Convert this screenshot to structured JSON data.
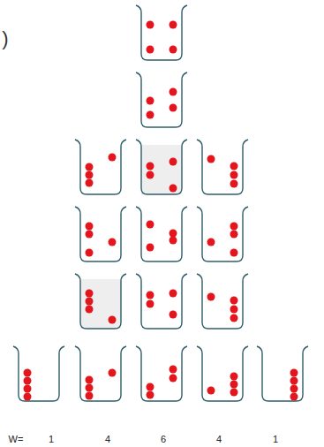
{
  "diagram": {
    "labels": [
      ")",
      "W=",
      "1",
      "4",
      "6",
      "4",
      "1"
    ]
  }
}
